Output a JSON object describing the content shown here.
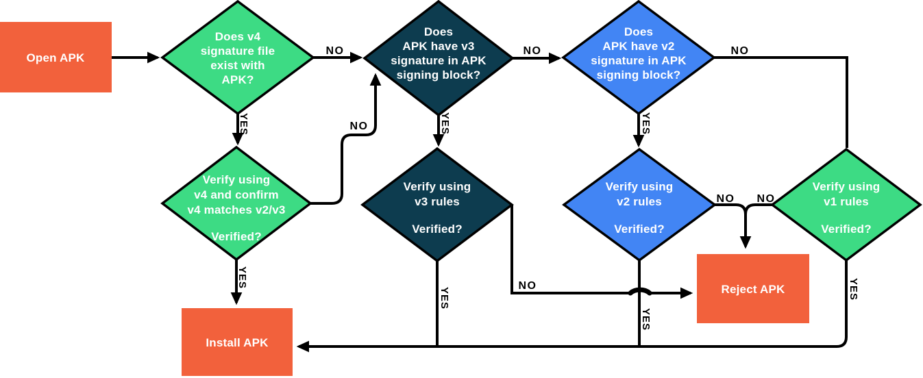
{
  "flowchart": {
    "colors": {
      "orange": "#F2613C",
      "green": "#3DDB84",
      "navy": "#0D3C4F",
      "blue": "#4285F4",
      "line": "#000000",
      "text": "#FFFFFF"
    },
    "labels": {
      "yes": "YES",
      "no": "NO"
    },
    "nodes": {
      "open_apk": {
        "label": "Open APK"
      },
      "v4_question": {
        "lines": [
          "Does v4",
          "signature file",
          "exist with",
          "APK?"
        ]
      },
      "v3_question": {
        "lines": [
          "Does",
          "APK have v3",
          "signature in APK",
          "signing block?"
        ]
      },
      "v2_question": {
        "lines": [
          "Does",
          "APK have v2",
          "signature in APK",
          "signing block?"
        ]
      },
      "v4_verify": {
        "lines": [
          "Verify using",
          "v4 and confirm",
          "v4 matches v2/v3"
        ],
        "question": "Verified?"
      },
      "v3_verify": {
        "lines": [
          "Verify using",
          "v3 rules"
        ],
        "question": "Verified?"
      },
      "v2_verify": {
        "lines": [
          "Verify using",
          "v2 rules"
        ],
        "question": "Verified?"
      },
      "v1_verify": {
        "lines": [
          "Verify using",
          "v1 rules"
        ],
        "question": "Verified?"
      },
      "install_apk": {
        "label": "Install APK"
      },
      "reject_apk": {
        "label": "Reject APK"
      }
    }
  }
}
